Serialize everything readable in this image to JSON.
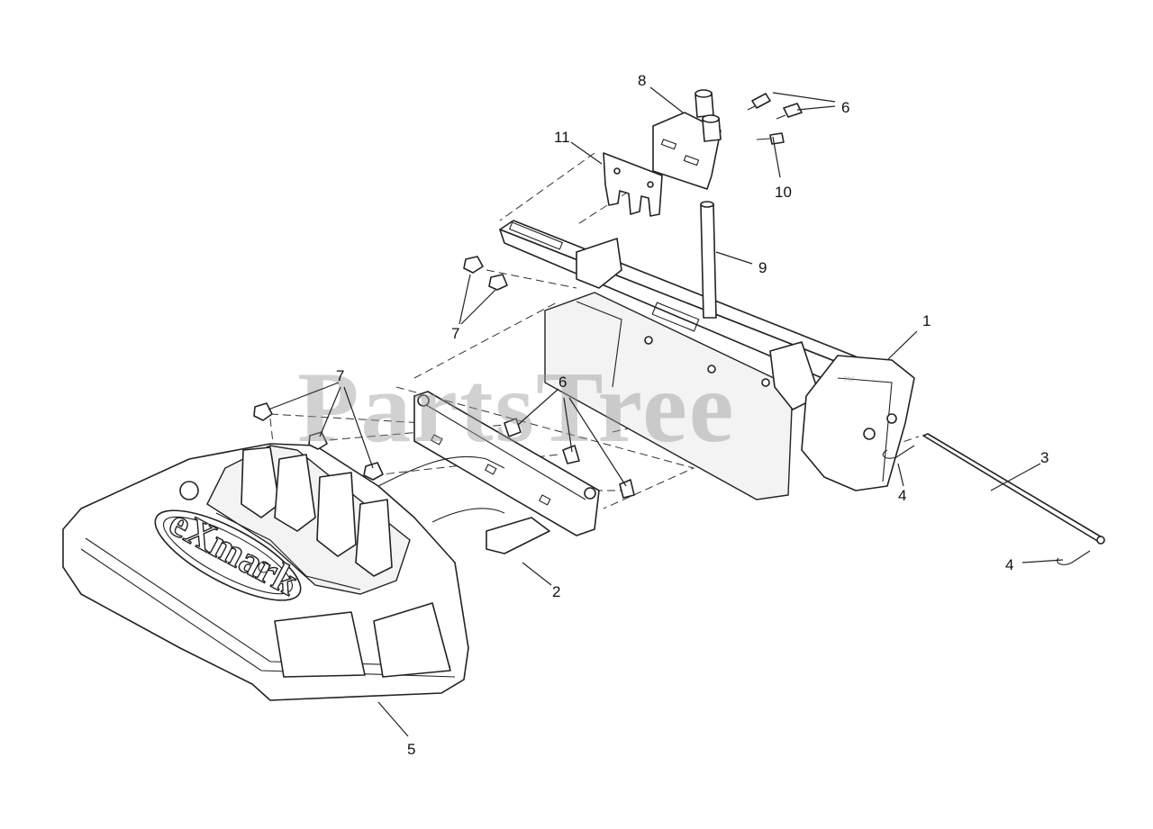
{
  "watermark": {
    "text": "PartsTree",
    "tm": "™"
  },
  "deck_logo": "eXmark",
  "callouts": {
    "c1": "1",
    "c2": "2",
    "c3": "3",
    "c4a": "4",
    "c4b": "4",
    "c5": "5",
    "c6a": "6",
    "c6b": "6",
    "c7a": "7",
    "c7b": "7",
    "c8": "8",
    "c9": "9",
    "c10": "10",
    "c11": "11"
  }
}
